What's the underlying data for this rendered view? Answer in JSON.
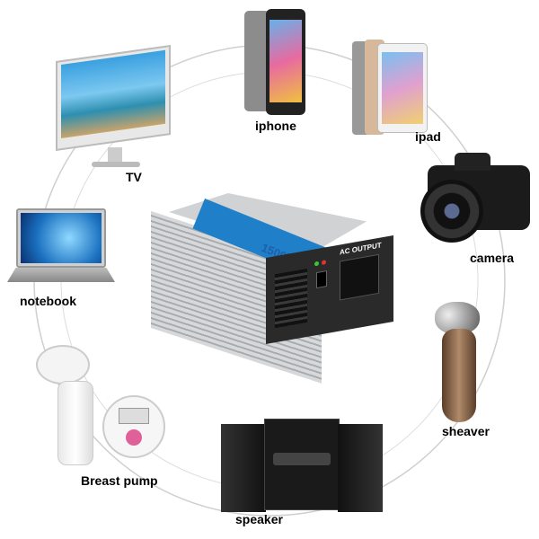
{
  "devices": [
    {
      "label": "iphone"
    },
    {
      "label": "ipad"
    },
    {
      "label": "TV"
    },
    {
      "label": "camera"
    },
    {
      "label": "notebook"
    },
    {
      "label": "sheaver"
    },
    {
      "label": "Breast pump"
    },
    {
      "label": "speaker"
    }
  ],
  "inverter": {
    "power": "1500W",
    "output_label": "AC OUTPUT"
  },
  "colors": {
    "ring": "#cfcfcf",
    "inverter_body": "#c8cacc",
    "inverter_band": "#1f7fc8",
    "inverter_face": "#2a2a2a"
  }
}
